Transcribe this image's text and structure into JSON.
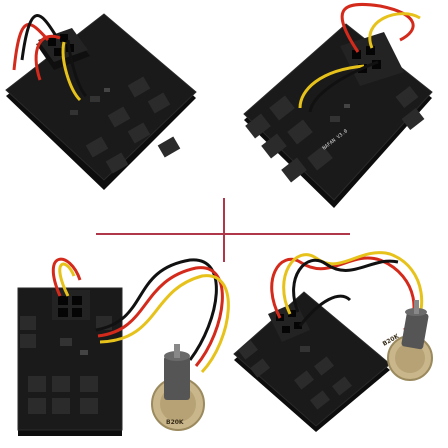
{
  "colors": {
    "background": "#ffffff",
    "pcb": "#1a1a1a",
    "pcb_edge": "#2a2a2a",
    "connector": "#2b2b2b",
    "pin": "#c8a24a",
    "wire_red": "#d42a1c",
    "wire_black": "#111111",
    "wire_yellow": "#e6c21a",
    "plus_sign": "#b0374a",
    "pot_body": "#c9b68a",
    "knob": "#555555"
  },
  "products": [
    {
      "id": "hub-top-left",
      "label": "fan-hub-board"
    },
    {
      "id": "hub-top-right",
      "label": "fan-hub-board"
    },
    {
      "id": "hub-bottom-left",
      "label": "fan-hub-with-potentiometer"
    },
    {
      "id": "hub-bottom-right",
      "label": "fan-hub-with-potentiometer"
    }
  ],
  "markings": {
    "board_silk": "NAFAN V3.0",
    "pot_label": "B20K"
  },
  "icons": {
    "plus": "plus-icon"
  }
}
